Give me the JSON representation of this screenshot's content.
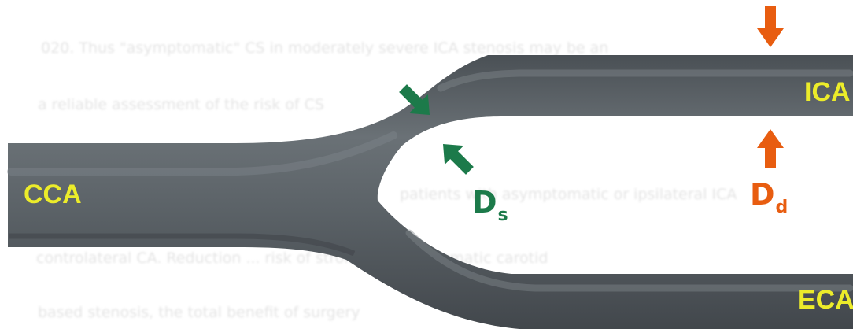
{
  "labels": {
    "cca": "CCA",
    "ica": "ICA",
    "eca": "ECA",
    "ds_main": "D",
    "ds_sub": "s",
    "dd_main": "D",
    "dd_sub": "d"
  },
  "background_text": [
    "020. Thus \"asymptomatic\" CS in moderately severe ICA stenosis may be an",
    "a reliable assessment of the risk of CS",
    "patients with asymptomatic or ipsilateral ICA",
    "controlateral CA.  Reduction ... risk of stroke in asymptomatic carotid",
    "based stenosis, the total benefit of surgery"
  ],
  "colors": {
    "vessel": "#5a6066",
    "vessel_dark": "#474c51",
    "vessel_light": "#7c8388",
    "label_yellow": "#ecec2a",
    "arrow_green": "#1c7a4a",
    "arrow_orange": "#e85d10",
    "background_text": "#e4e4e4"
  }
}
